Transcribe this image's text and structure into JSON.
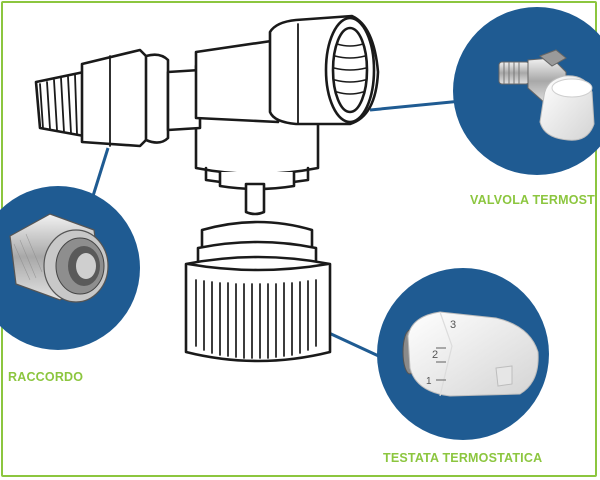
{
  "colors": {
    "label_green": "#8cc63f",
    "circle_blue": "#1f5b92",
    "connector": "#1f5b92",
    "line_art": "#1a1a1a"
  },
  "labels": {
    "valvola": "VALVOLA TERMOST",
    "raccordo": "RACCORDO",
    "testata": "TESTATA TERMOSTATICA"
  },
  "testata_numbers": [
    "1",
    "2",
    "3"
  ]
}
